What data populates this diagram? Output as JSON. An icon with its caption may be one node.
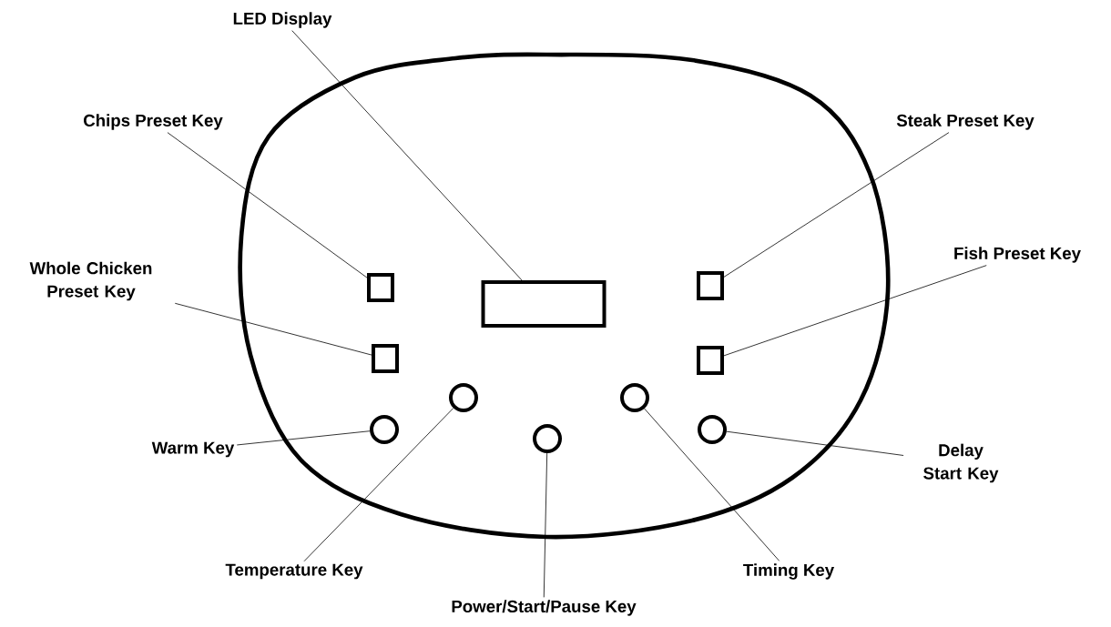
{
  "diagram": {
    "nodes": [
      {
        "text": [
          "LED Display"
        ]
      },
      {
        "text": [
          "Chips Preset Key"
        ]
      },
      {
        "text": [
          "Whole Chicken Preset Key"
        ]
      },
      {
        "text": [
          "Steak Preset Key"
        ]
      },
      {
        "text": [
          "Fish Preset Key"
        ]
      },
      {
        "text": [
          "Warm Key"
        ]
      },
      {
        "text": [
          "Temperature Key"
        ]
      },
      {
        "text": [
          "Power/Start/Pause Key"
        ]
      },
      {
        "text": [
          "Timing Key"
        ]
      },
      {
        "text": [
          "Delay Start Key"
        ]
      },
      {
        "text": [],
        "shape": "box"
      },
      {
        "text": [],
        "shape": "box"
      },
      {
        "text": [],
        "shape": "box"
      },
      {
        "text": [],
        "shape": "box"
      },
      {
        "text": [],
        "shape": "box"
      },
      {
        "text": [],
        "shape": "circle"
      },
      {
        "text": [],
        "shape": "circle"
      },
      {
        "text": [],
        "shape": "circle"
      },
      {
        "text": [],
        "shape": "circle"
      },
      {
        "text": [],
        "shape": "circle"
      }
    ],
    "edges": [
      {
        "from": 0,
        "to": 10,
        "arrow": "none"
      },
      {
        "from": 1,
        "to": 11,
        "arrow": "none"
      },
      {
        "from": 2,
        "to": 12,
        "arrow": "none"
      },
      {
        "from": 3,
        "to": 13,
        "arrow": "none"
      },
      {
        "from": 4,
        "to": 14,
        "arrow": "none"
      },
      {
        "from": 5,
        "to": 15,
        "arrow": "none"
      },
      {
        "from": 6,
        "to": 16,
        "arrow": "none"
      },
      {
        "from": 7,
        "to": 17,
        "arrow": "none"
      },
      {
        "from": 8,
        "to": 18,
        "arrow": "none"
      },
      {
        "from": 9,
        "to": 19,
        "arrow": "none"
      }
    ]
  }
}
